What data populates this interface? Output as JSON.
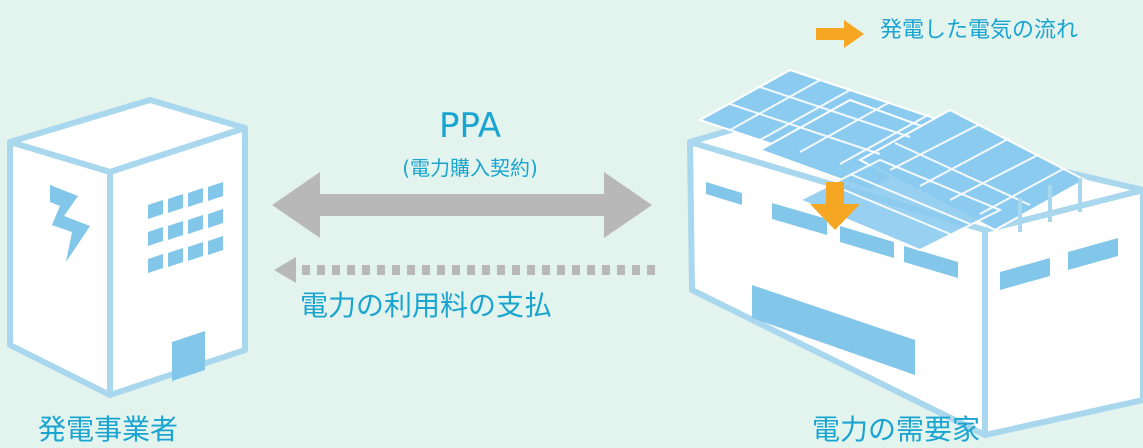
{
  "legend": {
    "label": "発電した電気の流れ",
    "arrow_color": "#f5a623"
  },
  "contract": {
    "title": "PPA",
    "subtitle": "(電力購入契約)"
  },
  "payment": {
    "label": "電力の利用料の支払"
  },
  "producer": {
    "label": "発電事業者"
  },
  "consumer": {
    "label": "電力の需要家"
  },
  "colors": {
    "background": "#e3f4ef",
    "text": "#1aa4d0",
    "building_outline": "#a9d7ee",
    "building_fill": "#ffffff",
    "window": "#82c6ea",
    "arrow_gray": "#b8b8b8",
    "energy_arrow": "#f5a623",
    "solar_panel": "#8ccbf0"
  }
}
